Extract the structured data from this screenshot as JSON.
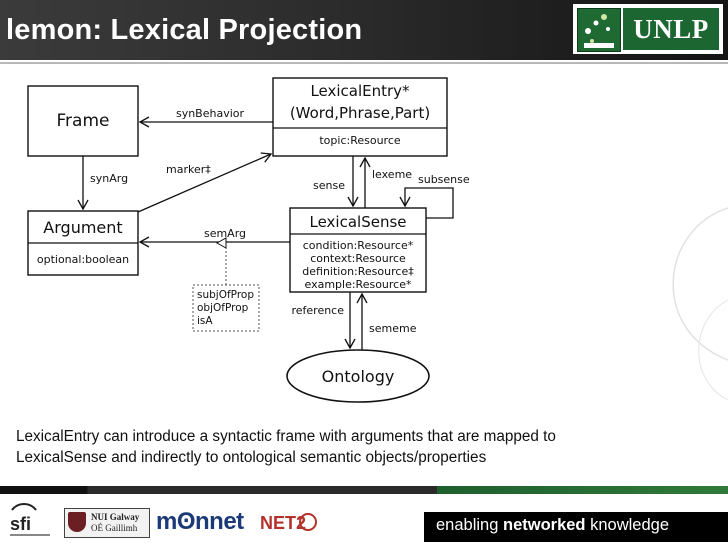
{
  "slide": {
    "title": "lemon: Lexical Projection",
    "caption_lines": [
      "LexicalEntry can introduce a syntactic frame with arguments that are mapped to",
      "LexicalSense and indirectly to ontological semantic objects/properties"
    ]
  },
  "logo": {
    "text": "UNLP",
    "color": "#1c6631"
  },
  "diagram": {
    "frame": {
      "name": "Frame"
    },
    "lexical_entry": {
      "name": "LexicalEntry*",
      "subtitle": "(Word,Phrase,Part)",
      "attributes": [
        "topic:Resource"
      ]
    },
    "argument": {
      "name": "Argument",
      "attributes": [
        "optional:boolean"
      ]
    },
    "lexical_sense": {
      "name": "LexicalSense",
      "attributes": [
        "condition:Resource*",
        "context:Resource",
        "definition:Resource‡",
        "example:Resource*"
      ]
    },
    "ontology": {
      "name": "Ontology"
    },
    "note": {
      "lines": [
        "subjOfProp",
        "objOfProp",
        "isA"
      ]
    },
    "edges": {
      "syn_behavior": "synBehavior",
      "syn_arg": "synArg",
      "marker": "marker‡",
      "sense": "sense",
      "lexeme": "lexeme",
      "subsense": "subsense",
      "sem_arg": "semArg",
      "reference": "reference",
      "sememe": "sememe"
    }
  },
  "footer": {
    "tagline_regular": "enabling ",
    "tagline_bold": "networked",
    "tagline_end": " knowledge",
    "logos": {
      "sfi": "sfi",
      "nuig_line1": "NUI Galway",
      "nuig_line2": "OÉ Gaillimh",
      "monnet": "mʘnnet",
      "net2": "NET2"
    }
  }
}
